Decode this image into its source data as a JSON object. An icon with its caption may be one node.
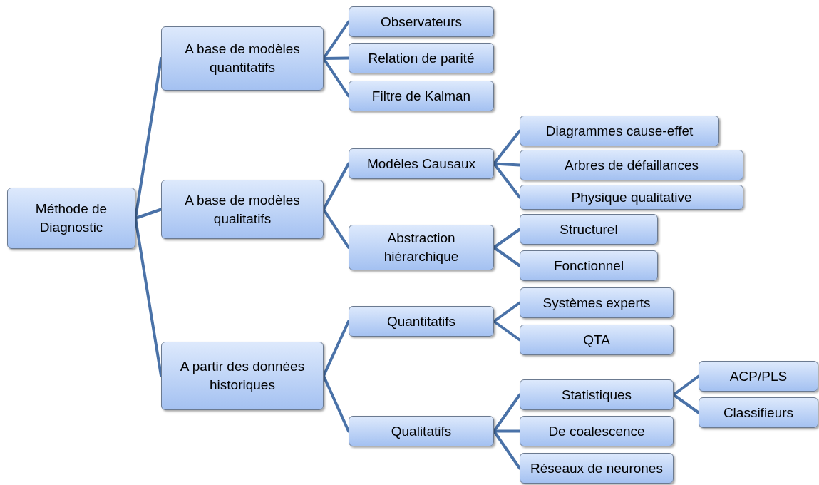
{
  "diagram": {
    "nodes": [
      {
        "text": [
          "Méthode de Diagnostic"
        ]
      },
      {
        "text": [
          "A base de modèles quantitatifs"
        ]
      },
      {
        "text": [
          "Observateurs"
        ]
      },
      {
        "text": [
          "Relation de parité"
        ]
      },
      {
        "text": [
          "Filtre de Kalman"
        ]
      },
      {
        "text": [
          "A base de modèles qualitatifs"
        ]
      },
      {
        "text": [
          "Modèles Causaux"
        ]
      },
      {
        "text": [
          "Diagrammes cause-effet"
        ]
      },
      {
        "text": [
          "Arbres de défaillances"
        ]
      },
      {
        "text": [
          "Physique qualitative"
        ]
      },
      {
        "text": [
          "Abstraction hiérarchique"
        ]
      },
      {
        "text": [
          "Structurel"
        ]
      },
      {
        "text": [
          "Fonctionnel"
        ]
      },
      {
        "text": [
          "A partir des données historiques"
        ]
      },
      {
        "text": [
          "Quantitatifs"
        ]
      },
      {
        "text": [
          "Systèmes experts"
        ]
      },
      {
        "text": [
          "QTA"
        ]
      },
      {
        "text": [
          "Qualitatifs"
        ]
      },
      {
        "text": [
          "Statistiques"
        ]
      },
      {
        "text": [
          "De coalescence"
        ]
      },
      {
        "text": [
          "Réseaux de neurones"
        ]
      },
      {
        "text": [
          "ACP/PLS"
        ]
      },
      {
        "text": [
          "Classifieurs"
        ]
      }
    ],
    "edges": [
      {
        "from": 0,
        "to": 1,
        "arrow": "none"
      },
      {
        "from": 0,
        "to": 5,
        "arrow": "none"
      },
      {
        "from": 0,
        "to": 13,
        "arrow": "none"
      },
      {
        "from": 1,
        "to": 2,
        "arrow": "none"
      },
      {
        "from": 1,
        "to": 3,
        "arrow": "none"
      },
      {
        "from": 1,
        "to": 4,
        "arrow": "none"
      },
      {
        "from": 5,
        "to": 6,
        "arrow": "none"
      },
      {
        "from": 5,
        "to": 10,
        "arrow": "none"
      },
      {
        "from": 6,
        "to": 7,
        "arrow": "none"
      },
      {
        "from": 6,
        "to": 8,
        "arrow": "none"
      },
      {
        "from": 6,
        "to": 9,
        "arrow": "none"
      },
      {
        "from": 10,
        "to": 11,
        "arrow": "none"
      },
      {
        "from": 10,
        "to": 12,
        "arrow": "none"
      },
      {
        "from": 13,
        "to": 14,
        "arrow": "none"
      },
      {
        "from": 13,
        "to": 17,
        "arrow": "none"
      },
      {
        "from": 14,
        "to": 15,
        "arrow": "none"
      },
      {
        "from": 14,
        "to": 16,
        "arrow": "none"
      },
      {
        "from": 17,
        "to": 18,
        "arrow": "none"
      },
      {
        "from": 17,
        "to": 19,
        "arrow": "none"
      },
      {
        "from": 17,
        "to": 20,
        "arrow": "none"
      },
      {
        "from": 18,
        "to": 21,
        "arrow": "none"
      },
      {
        "from": 18,
        "to": 22,
        "arrow": "none"
      }
    ]
  }
}
